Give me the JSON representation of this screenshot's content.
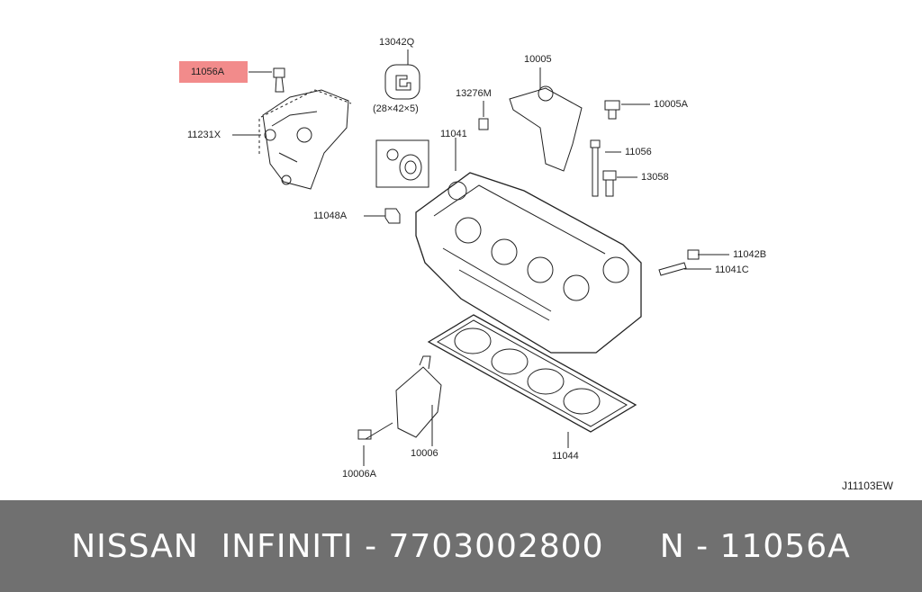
{
  "labels": {
    "p11056A": "11056A",
    "p11231X": "11231X",
    "p13042Q": "13042Q",
    "p13042Q_size": "(28×42×5)",
    "p13276M": "13276M",
    "p10005": "10005",
    "p10005A": "10005A",
    "p11041": "11041",
    "p11056": "11056",
    "p13058": "13058",
    "p11048A": "11048A",
    "p11042B": "11042B",
    "p11041C": "11041C",
    "p10006": "10006",
    "p10006A": "10006A",
    "p11044": "11044",
    "code": "J11103EW"
  },
  "highlight_color": "#f28b8b",
  "footer": {
    "text": "NISSAN  INFINITI - 7703002800     N - 11056A"
  }
}
